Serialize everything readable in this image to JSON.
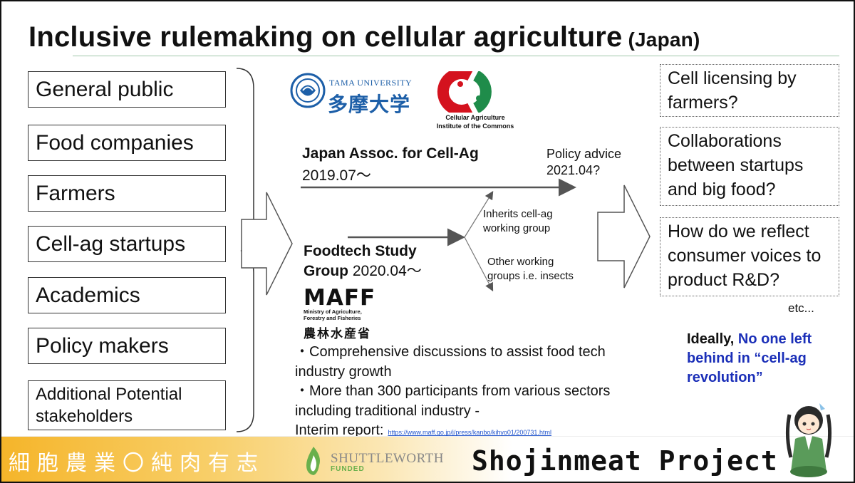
{
  "title": {
    "main": "Inclusive rulemaking on cellular agriculture",
    "sub": "(Japan)"
  },
  "stakeholders": [
    "General public",
    "Food companies",
    "Farmers",
    "Cell-ag startups",
    "Academics",
    "Policy makers",
    "Additional Potential stakeholders"
  ],
  "logos": {
    "tama_en": "TAMA UNIVERSITY",
    "tama_jp": "多摩大学",
    "cac_line1": "Cellular Agriculture",
    "cac_line2": "Institute of the Commons"
  },
  "association": {
    "name": "Japan Assoc. for Cell-Ag",
    "date": "2019.07～"
  },
  "policy": {
    "line1": "Policy advice",
    "line2": "2021.04?"
  },
  "branches": {
    "inherit_line1": "Inherits cell-ag",
    "inherit_line2": "working group",
    "other_line1": "Other working",
    "other_line2": "groups i.e. insects"
  },
  "foodtech": {
    "name_line1": "Foodtech Study",
    "name_line2": "Group",
    "date": "2020.04～"
  },
  "maff": {
    "abbr": "MAFF",
    "line1": "Ministry of Agriculture,",
    "line2": "Forestry and Fisheries",
    "jp": "農林水産省"
  },
  "bullets": {
    "b1": "・Comprehensive discussions to assist food tech industry growth",
    "b2": "・More than 300 participants from various sectors including traditional industry -",
    "b3": "Interim report:",
    "link": "https://www.maff.go.jp/j/press/kanbo/kihyo01/200731.html"
  },
  "questions": [
    "Cell licensing by farmers?",
    "Collaborations between startups and big food?",
    "How do we reflect consumer voices to product R&D?"
  ],
  "etc": "etc...",
  "ideal": {
    "prefix": "Ideally, ",
    "highlight1": "No one left",
    "highlight2": "behind in “cell-ag",
    "highlight3": "revolution”"
  },
  "footer": {
    "jp": "細胞農業〇純肉有志",
    "shuttle_name": "SHUTTLEWORTH",
    "shuttle_funded": "FUNDED",
    "shojin": "Shojinmeat Project"
  },
  "colors": {
    "blue": "#1b2fb8",
    "tama": "#1d5fa8",
    "cac_red": "#d4121e",
    "cac_green": "#1f8c4a",
    "footer": "#f5b52a"
  }
}
